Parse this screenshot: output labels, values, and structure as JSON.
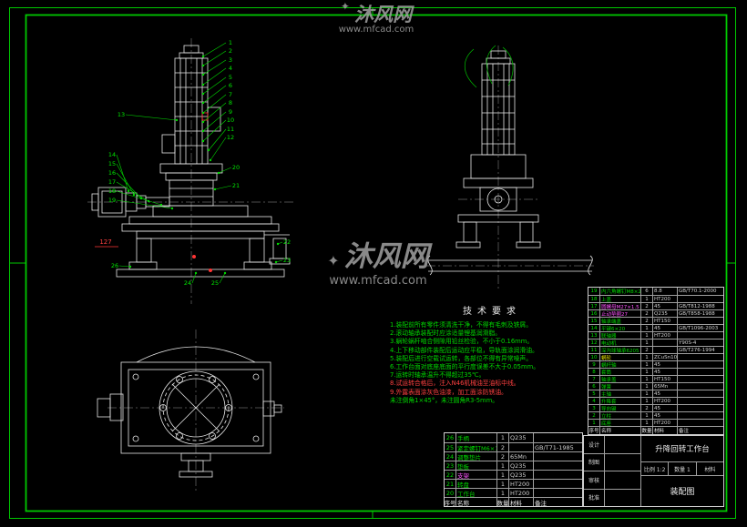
{
  "watermark": {
    "brand": "沐风网",
    "url": "www.mfcad.com",
    "star": "✦"
  },
  "tech_requirements": {
    "title": "技术要求",
    "lines": [
      {
        "t": "1.装配前所有零件须清洗干净，不得有毛刺及铁屑。",
        "c": "g"
      },
      {
        "t": "2.滚动轴承装配时应涂适量锂基润滑脂。",
        "c": "g"
      },
      {
        "t": "3.蜗轮蜗杆啮合侧隙用铅丝检验，不小于0.16mm。",
        "c": "g"
      },
      {
        "t": "4.上下移动部件装配后运动应平稳，导轨面涂润滑油。",
        "c": "g"
      },
      {
        "t": "5.装配后进行空载试运转，各部位不得有异常噪声。",
        "c": "g"
      },
      {
        "t": "6.工作台面对底座底面的平行度误差不大于0.05mm。",
        "c": "g"
      },
      {
        "t": "7.运转时轴承温升不得超过35℃。",
        "c": "g"
      },
      {
        "t": "8.试运转合格后，注入N46机械油至油标中线。",
        "c": "r"
      },
      {
        "t": "9.外露表面涂灰色油漆，加工面涂防锈油。",
        "c": "r"
      },
      {
        "t": "未注倒角1×45°，未注圆角R3-5mm。",
        "c": "g"
      }
    ]
  },
  "views": {
    "front": {
      "red_dimension": "127",
      "callouts": {
        "top": [
          "1",
          "2",
          "3",
          "4",
          "5",
          "6",
          "7",
          "8",
          "9",
          "10",
          "11",
          "12"
        ],
        "upper_left": [
          "13"
        ],
        "left": [
          "14",
          "15",
          "16",
          "17",
          "18",
          "19"
        ],
        "right_mid": [
          "20",
          "21"
        ],
        "right_low": [
          "22",
          "23"
        ],
        "bottom": [
          "24",
          "25"
        ],
        "left_low": [
          "26"
        ]
      }
    }
  },
  "bom": {
    "headers": [
      "序号",
      "名称",
      "数量",
      "材料",
      "备注"
    ],
    "right_rows": [
      {
        "no": "19",
        "name": "内六角螺钉M8×20",
        "qty": "6",
        "mat": "8.8",
        "std": "GB/T70.1-2000",
        "c": "g"
      },
      {
        "no": "18",
        "name": "上盖",
        "qty": "1",
        "mat": "HT200",
        "std": "",
        "c": "g"
      },
      {
        "no": "17",
        "name": "圆螺母M27×1.5",
        "qty": "2",
        "mat": "45",
        "std": "GB/T812-1988",
        "c": "m"
      },
      {
        "no": "16",
        "name": "止动垫圈27",
        "qty": "2",
        "mat": "Q235",
        "std": "GB/T858-1988",
        "c": "m"
      },
      {
        "no": "15",
        "name": "轴承端盖",
        "qty": "2",
        "mat": "HT150",
        "std": "",
        "c": "g"
      },
      {
        "no": "14",
        "name": "平键6×20",
        "qty": "1",
        "mat": "45",
        "std": "GB/T1096-2003",
        "c": "g"
      },
      {
        "no": "13",
        "name": "联轴器",
        "qty": "1",
        "mat": "HT200",
        "std": "",
        "c": "g"
      },
      {
        "no": "12",
        "name": "电动机",
        "qty": "1",
        "mat": "",
        "std": "Y90S-4",
        "c": "g"
      },
      {
        "no": "11",
        "name": "深沟球轴承6205",
        "qty": "2",
        "mat": "",
        "std": "GB/T276-1994",
        "c": "g"
      },
      {
        "no": "10",
        "name": "蜗轮",
        "qty": "1",
        "mat": "ZCuSn10P1",
        "std": "",
        "c": "y"
      },
      {
        "no": "9",
        "name": "蜗杆轴",
        "qty": "1",
        "mat": "45",
        "std": "",
        "c": "g"
      },
      {
        "no": "8",
        "name": "套筒",
        "qty": "1",
        "mat": "45",
        "std": "",
        "c": "g"
      },
      {
        "no": "7",
        "name": "轴承盖",
        "qty": "1",
        "mat": "HT150",
        "std": "",
        "c": "g"
      },
      {
        "no": "6",
        "name": "弹簧",
        "qty": "1",
        "mat": "65Mn",
        "std": "",
        "c": "g"
      },
      {
        "no": "5",
        "name": "主轴",
        "qty": "1",
        "mat": "45",
        "std": "",
        "c": "g"
      },
      {
        "no": "4",
        "name": "升降套",
        "qty": "1",
        "mat": "HT200",
        "std": "",
        "c": "g"
      },
      {
        "no": "3",
        "name": "导向键",
        "qty": "2",
        "mat": "45",
        "std": "",
        "c": "g"
      },
      {
        "no": "2",
        "name": "立柱",
        "qty": "1",
        "mat": "45",
        "std": "",
        "c": "g"
      },
      {
        "no": "1",
        "name": "底座",
        "qty": "1",
        "mat": "HT200",
        "std": "",
        "c": "g"
      }
    ],
    "left_rows": [
      {
        "no": "26",
        "name": "手柄",
        "qty": "1",
        "mat": "Q235",
        "std": "",
        "c": "g"
      },
      {
        "no": "25",
        "name": "紧定螺钉M6×10",
        "qty": "2",
        "mat": "",
        "std": "GB/T71-1985",
        "c": "g"
      },
      {
        "no": "24",
        "name": "调整垫片",
        "qty": "2",
        "mat": "65Mn",
        "std": "",
        "c": "g"
      },
      {
        "no": "23",
        "name": "垫板",
        "qty": "1",
        "mat": "Q235",
        "std": "",
        "c": "g"
      },
      {
        "no": "22",
        "name": "支架",
        "qty": "1",
        "mat": "Q235",
        "std": "",
        "c": "m"
      },
      {
        "no": "21",
        "name": "转盘",
        "qty": "1",
        "mat": "HT200",
        "std": "",
        "c": "g"
      },
      {
        "no": "20",
        "name": "工作台",
        "qty": "1",
        "mat": "HT200",
        "std": "",
        "c": "g"
      }
    ]
  },
  "title_block": {
    "rows": [
      "设计",
      "制图",
      "审核",
      "批准"
    ],
    "name": "升降回转工作台",
    "scale": "比例 1:2",
    "qty": "数量 1",
    "material": "材料",
    "type": "装配图"
  }
}
